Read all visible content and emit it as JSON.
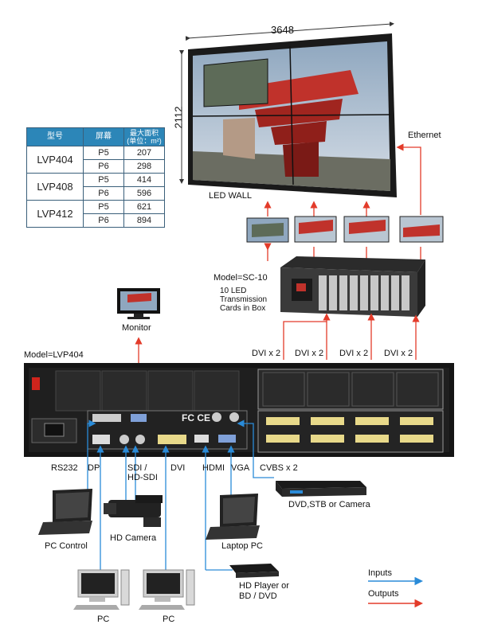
{
  "wall": {
    "width_label": "3648",
    "height_label": "2112",
    "caption": "LED WALL"
  },
  "ethernet_label": "Ethernet",
  "table": {
    "headers": [
      "型号",
      "屏幕",
      "最大面积\n(单位：m²)"
    ],
    "rows": [
      {
        "model": "LVP404",
        "p5": "207",
        "p6": "298"
      },
      {
        "model": "LVP408",
        "p5": "414",
        "p6": "596"
      },
      {
        "model": "LVP412",
        "p5": "621",
        "p6": "894"
      }
    ],
    "screens": [
      "P5",
      "P6"
    ]
  },
  "sc10": {
    "model": "Model=SC-10",
    "desc": "10 LED\nTransmission\nCards in Box"
  },
  "monitor_label": "Monitor",
  "lvp_model": "Model=LVP404",
  "dvi_label": "DVI x 2",
  "inputs": {
    "rs232": "RS232",
    "dp": "DP",
    "sdi": "SDI /\nHD-SDI",
    "dvi": "DVI",
    "hdmi": "HDMI",
    "vga": "VGA",
    "cvbs": "CVBS x 2"
  },
  "devices": {
    "dvd": "DVD,STB or Camera",
    "pc_control": "PC Control",
    "hd_camera": "HD Camera",
    "laptop": "Laptop PC",
    "hd_player": "HD Player or\nBD / DVD",
    "pc1": "PC",
    "pc2": "PC"
  },
  "legend": {
    "inputs": "Inputs",
    "outputs": "Outputs"
  },
  "panel": {
    "fc_ce": "FC CE"
  },
  "colors": {
    "input_arrow": "#2a8bd8",
    "output_arrow": "#e33b2a",
    "header_blue": "#2c86b8"
  }
}
